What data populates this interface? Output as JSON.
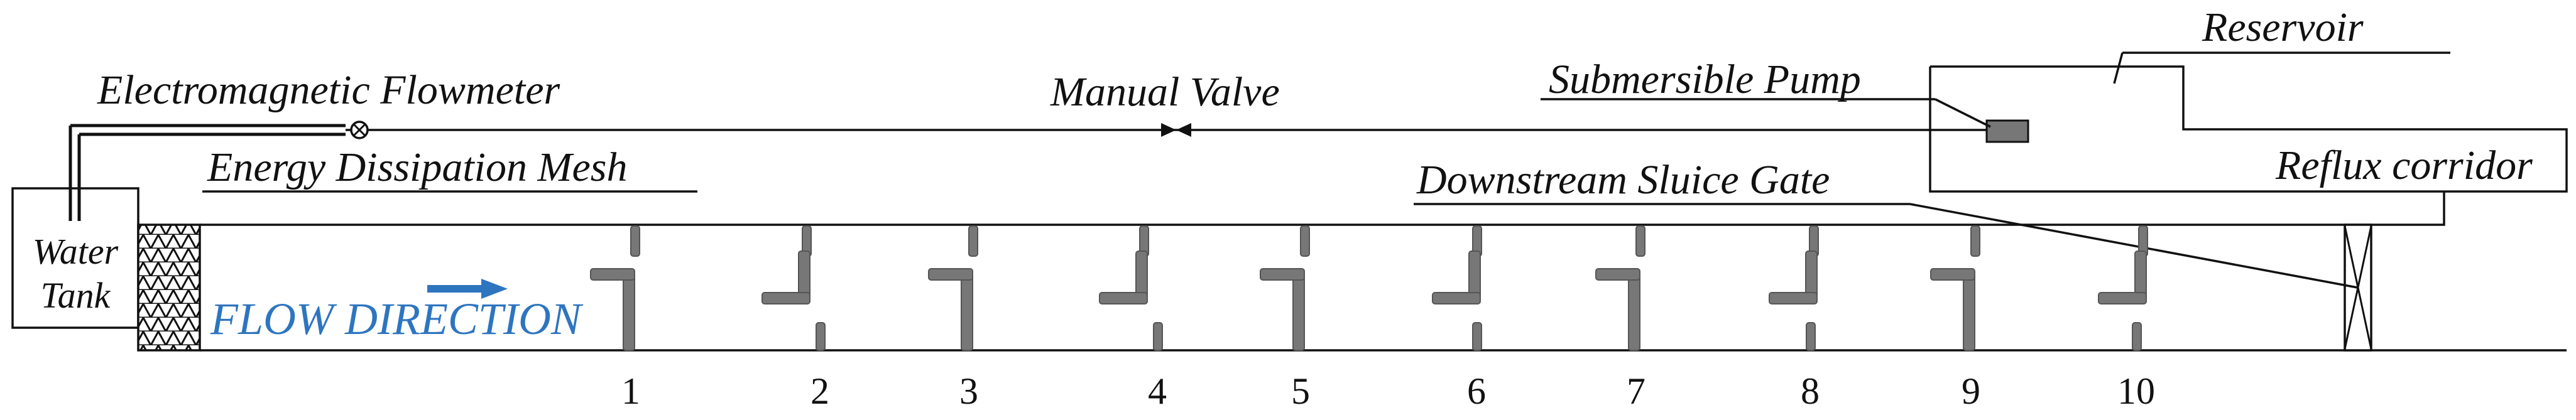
{
  "labels": {
    "flowmeter": "Electromagnetic Flowmeter",
    "valve": "Manual Valve",
    "pump": "Submersible Pump",
    "reservoir": "Reservoir",
    "mesh": "Energy Dissipation Mesh",
    "sluice_gate": "Downstream Sluice Gate",
    "reflux": "Reflux corridor",
    "tank_line1": "Water",
    "tank_line2": "Tank",
    "flow_direction": "FLOW DIRECTION"
  },
  "baffles": [
    "1",
    "2",
    "3",
    "4",
    "5",
    "6",
    "7",
    "8",
    "9",
    "10"
  ],
  "colors": {
    "flow_arrow": "#2e75c0",
    "baffle": "#777777",
    "line": "#111111"
  }
}
